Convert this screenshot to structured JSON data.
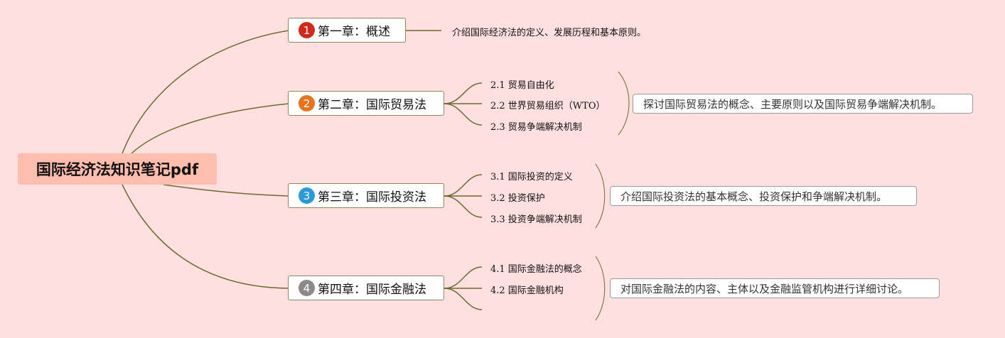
{
  "root": {
    "label": "国际经济法知识笔记pdf"
  },
  "colors": {
    "line": "#6b6b2f",
    "badge1": "#d12a1c",
    "badge2": "#e8731a",
    "badge3": "#2a9ad9",
    "badge4": "#8a8a8a"
  },
  "chapters": [
    {
      "num": "1",
      "title": "第一章：概述",
      "summary": "介绍国际经济法的定义、发展历程和基本原则。",
      "subs": []
    },
    {
      "num": "2",
      "title": "第二章：国际贸易法",
      "summary": "探讨国际贸易法的概念、主要原则以及国际贸易争端解决机制。",
      "subs": [
        "2.1 贸易自由化",
        "2.2 世界贸易组织（WTO）",
        "2.3 贸易争端解决机制"
      ]
    },
    {
      "num": "3",
      "title": "第三章：国际投资法",
      "summary": "介绍国际投资法的基本概念、投资保护和争端解决机制。",
      "subs": [
        "3.1 国际投资的定义",
        "3.2 投资保护",
        "3.3 投资争端解决机制"
      ]
    },
    {
      "num": "4",
      "title": "第四章：国际金融法",
      "summary": "对国际金融法的内容、主体以及金融监管机构进行详细讨论。",
      "subs": [
        "4.1 国际金融法的概念",
        "4.2 国际金融机构",
        ""
      ]
    }
  ]
}
